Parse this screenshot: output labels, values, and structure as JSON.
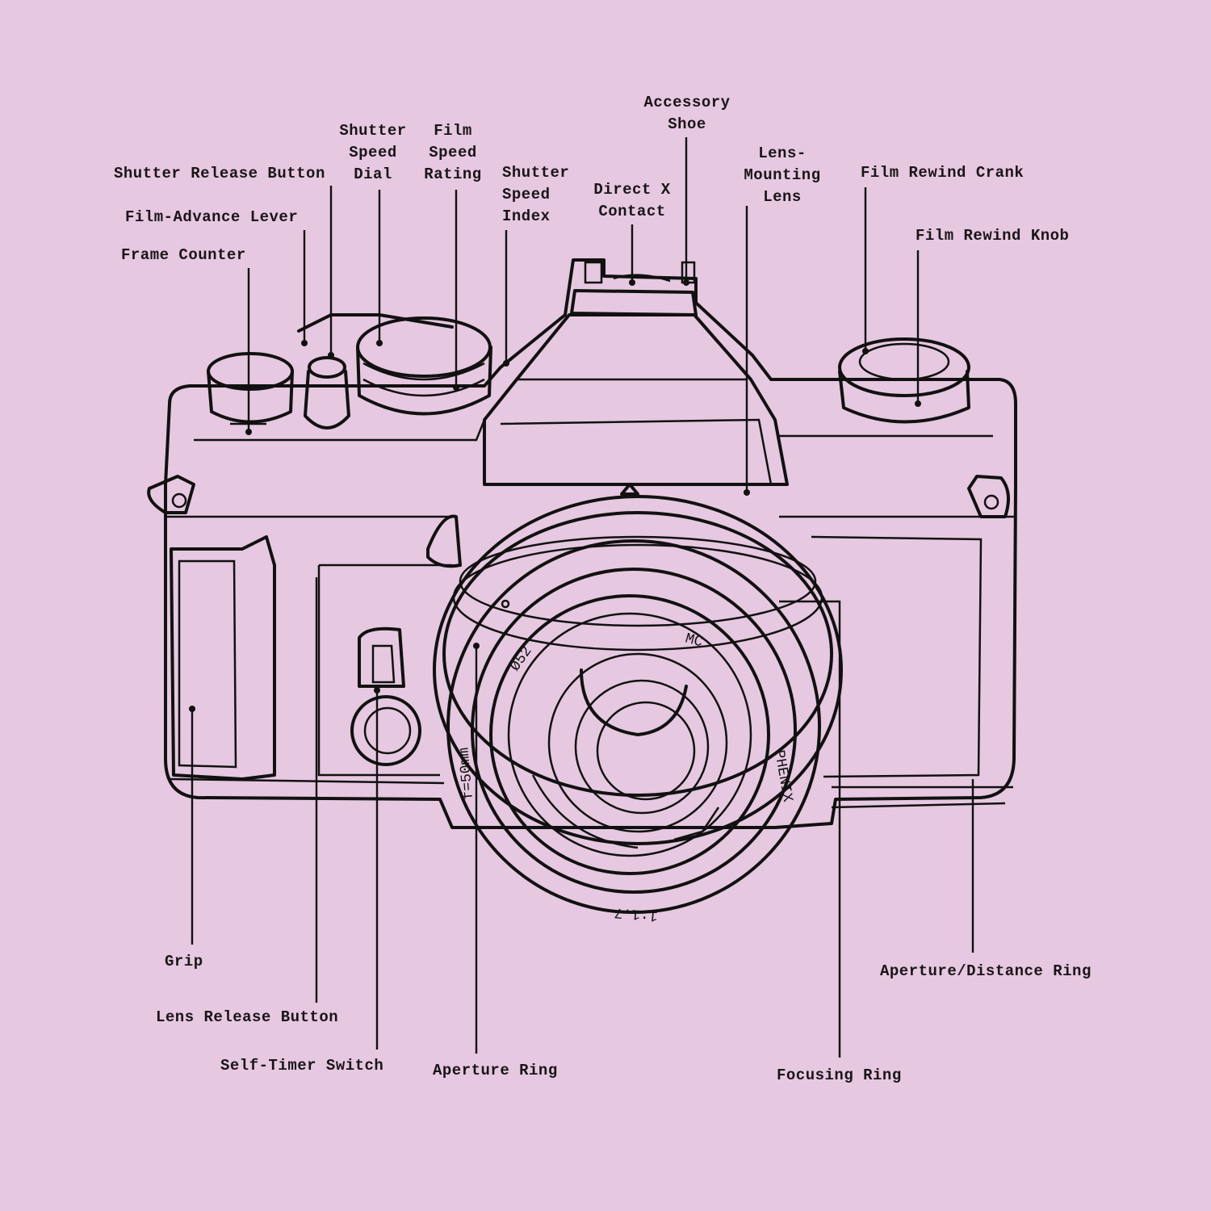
{
  "labels": {
    "accessory_shoe": "Accessory\nShoe",
    "shutter_speed_dial": "Shutter\nSpeed\nDial",
    "film_speed_rating": "Film\nSpeed\nRating",
    "shutter_release_button": "Shutter Release Button",
    "shutter_speed_index": "Shutter\nSpeed\nIndex",
    "direct_x_contact": "Direct X\nContact",
    "lens_mounting_lens": "Lens-\nMounting\nLens",
    "film_rewind_crank": "Film Rewind Crank",
    "film_advance_lever": "Film-Advance Lever",
    "film_rewind_knob": "Film Rewind Knob",
    "frame_counter": "Frame Counter",
    "grip": "Grip",
    "lens_release_button": "Lens Release Button",
    "self_timer_switch": "Self-Timer Switch",
    "aperture_ring": "Aperture Ring",
    "aperture_distance_ring": "Aperture/Distance Ring",
    "focusing_ring": "Focusing Ring"
  },
  "lens_markings": {
    "diameter": "Ø52",
    "coating": "MC",
    "brand": "PHENIX",
    "focal": "f=50mm",
    "ratio": "1:1.7"
  },
  "colors": {
    "background": "#e6c8e0",
    "ink": "#111111"
  }
}
